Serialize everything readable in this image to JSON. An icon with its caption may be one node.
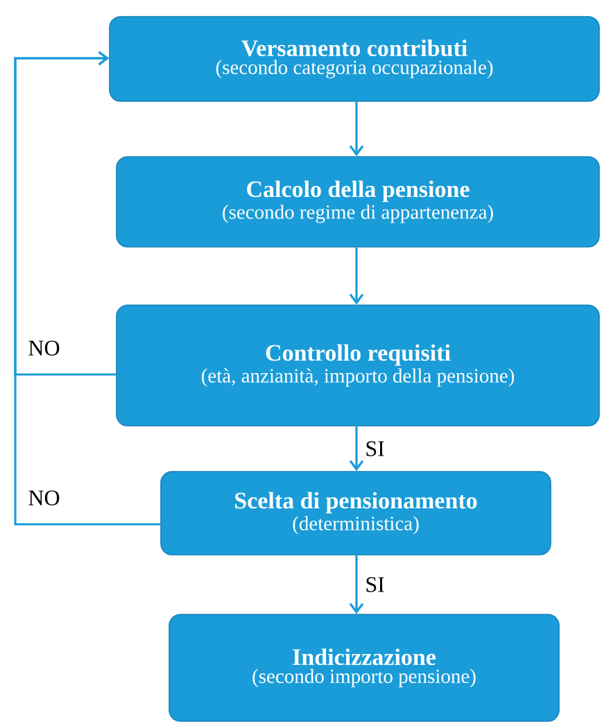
{
  "diagram": {
    "nodes": [
      {
        "text": [
          "Versamento contributi",
          "(secondo categoria occupazionale)"
        ]
      },
      {
        "text": [
          "Calcolo della pensione",
          "(secondo regime di appartenenza)"
        ]
      },
      {
        "text": [
          "Controllo requisiti",
          "(età, anzianità, importo della pensione)"
        ]
      },
      {
        "text": [
          "Scelta di pensionamento",
          "(deterministica)"
        ]
      },
      {
        "text": [
          "Indicizzazione",
          "(secondo importo pensione)"
        ]
      }
    ],
    "edges": [
      {
        "from": 0,
        "to": 1,
        "arrow": "to"
      },
      {
        "from": 1,
        "to": 2,
        "arrow": "to"
      },
      {
        "from": 2,
        "to": 3,
        "arrow": "to",
        "label": "SI"
      },
      {
        "from": 3,
        "to": 4,
        "arrow": "to",
        "label": "SI"
      },
      {
        "from": 2,
        "to": 0,
        "arrow": "to",
        "label": "NO"
      },
      {
        "from": 3,
        "to": 0,
        "arrow": "to",
        "label": "NO"
      }
    ]
  }
}
